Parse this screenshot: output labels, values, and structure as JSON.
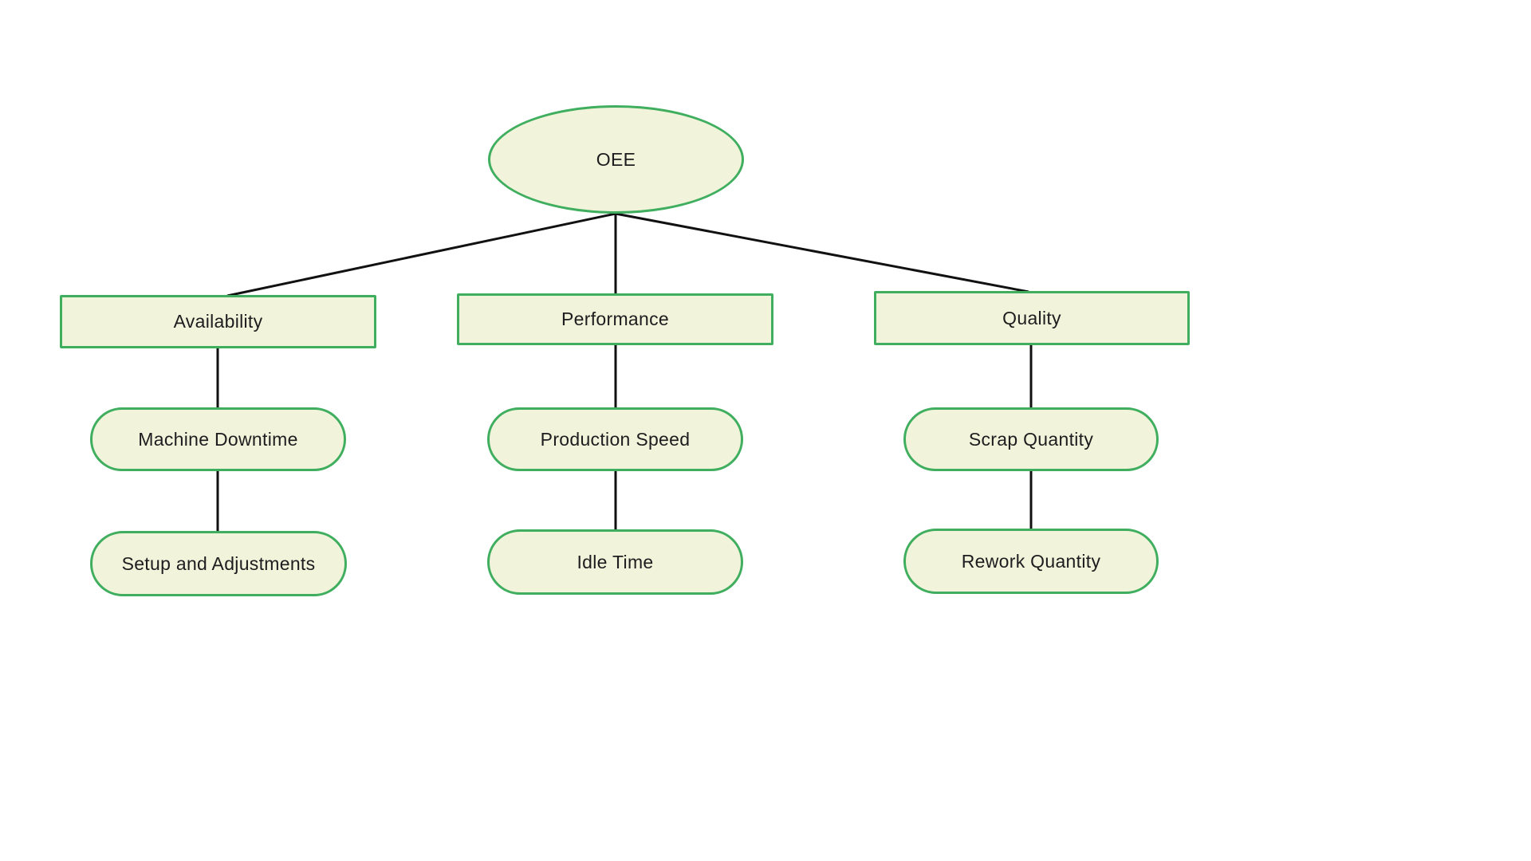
{
  "diagram": {
    "colors": {
      "node_fill": "#f1f3da",
      "node_border": "#3fae5e",
      "connector": "#111111",
      "text": "#1d1d1f"
    },
    "root": {
      "label": "OEE"
    },
    "branches": [
      {
        "label": "Availability",
        "children": [
          {
            "label": "Machine Downtime"
          },
          {
            "label": "Setup and Adjustments"
          }
        ]
      },
      {
        "label": "Performance",
        "children": [
          {
            "label": "Production Speed"
          },
          {
            "label": "Idle Time"
          }
        ]
      },
      {
        "label": "Quality",
        "children": [
          {
            "label": "Scrap Quantity"
          },
          {
            "label": "Rework Quantity"
          }
        ]
      }
    ]
  }
}
